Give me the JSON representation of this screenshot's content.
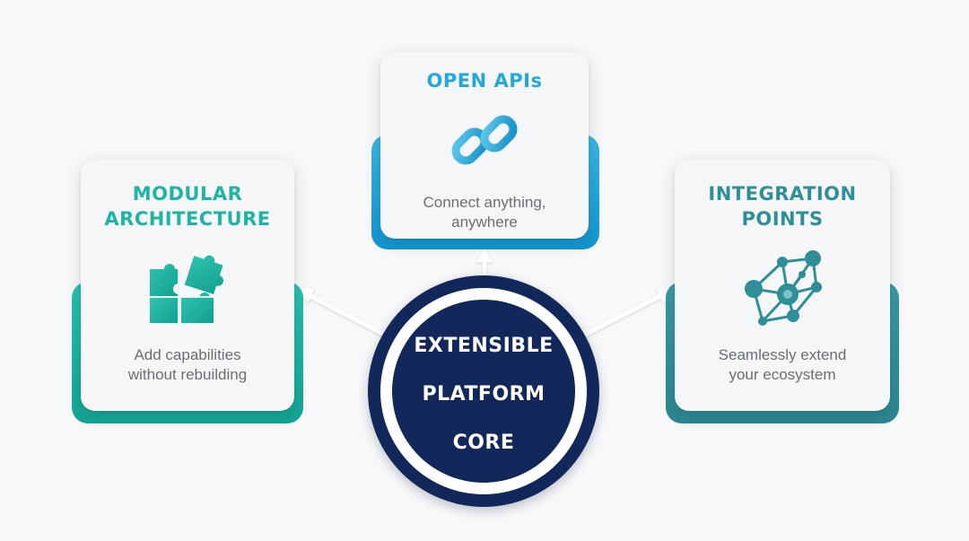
{
  "center": {
    "lines": [
      "EXTENSIBLE",
      "PLATFORM",
      "CORE"
    ]
  },
  "cards": {
    "open_apis": {
      "title_lines": [
        "OPEN APIs"
      ],
      "desc_lines": [
        "Connect anything,",
        "anywhere"
      ],
      "icon": "link-chain-icon",
      "color": "#22a9dc"
    },
    "modular": {
      "title_lines": [
        "MODULAR",
        "ARCHITECTURE"
      ],
      "desc_lines": [
        "Add capabilities",
        "without rebuilding"
      ],
      "icon": "puzzle-icon",
      "color": "#1fb5a4"
    },
    "integration": {
      "title_lines": [
        "INTEGRATION",
        "POINTS"
      ],
      "desc_lines": [
        "Seamlessly extend",
        "your ecosystem"
      ],
      "icon": "network-nodes-icon",
      "color": "#2f8f98"
    }
  },
  "colors": {
    "core_navy": "#13285a",
    "background": "#f7f8f9",
    "connector": "#ffffff"
  }
}
